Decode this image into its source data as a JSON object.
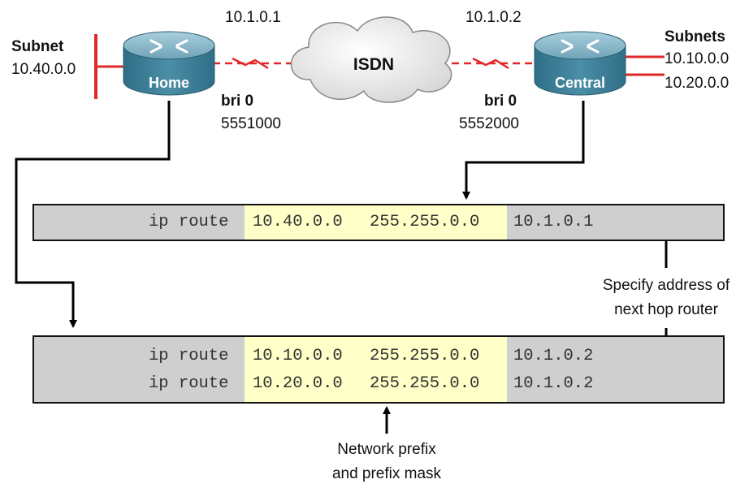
{
  "network": {
    "home": {
      "name": "Home",
      "ip": "10.1.0.1",
      "interface": "bri 0",
      "phone": "5551000",
      "subnet_title": "Subnet",
      "subnet": "10.40.0.0"
    },
    "central": {
      "name": "Central",
      "ip": "10.1.0.2",
      "interface": "bri 0",
      "phone": "5552000",
      "subnets_title": "Subnets",
      "subnets": [
        "10.10.0.0",
        "10.20.0.0"
      ]
    },
    "cloud_label": "ISDN"
  },
  "central_config": {
    "command": "ip route",
    "prefix": "10.40.0.0",
    "mask": "255.255.0.0",
    "next_hop": "10.1.0.1"
  },
  "home_config": [
    {
      "command": "ip route",
      "prefix": "10.10.0.0",
      "mask": "255.255.0.0",
      "next_hop": "10.1.0.2"
    },
    {
      "command": "ip route",
      "prefix": "10.20.0.0",
      "mask": "255.255.0.0",
      "next_hop": "10.1.0.2"
    }
  ],
  "annotations": {
    "next_hop": [
      "Specify address of",
      "next hop router"
    ],
    "prefix": [
      "Network prefix",
      "and prefix mask"
    ]
  },
  "colors": {
    "link": "#e02828",
    "router_top": "#7fb0c4",
    "router_body": "#3f7f97",
    "panel": "#cfcfcf",
    "highlight": "#ffffc8"
  }
}
